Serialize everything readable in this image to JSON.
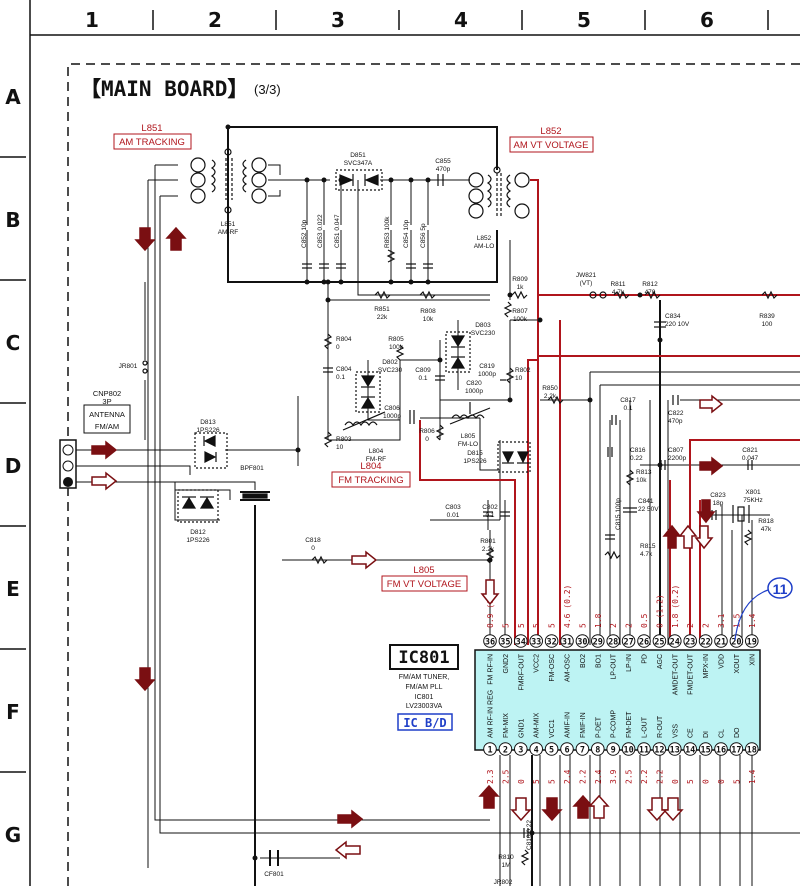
{
  "grid": {
    "columns": [
      "1",
      "2",
      "3",
      "4",
      "5",
      "6"
    ],
    "rows": [
      "A",
      "B",
      "C",
      "D",
      "E",
      "F",
      "G"
    ]
  },
  "board": {
    "title": "【MAIN BOARD】",
    "subtitle": "(3/3)"
  },
  "tags": {
    "l851": {
      "ref": "L851",
      "label": "AM TRACKING"
    },
    "l852": {
      "ref": "L852",
      "label": "AM VT VOLTAGE"
    },
    "l804": {
      "ref": "L804",
      "label": "FM TRACKING"
    },
    "l805": {
      "ref": "L805",
      "label": "FM VT VOLTAGE"
    }
  },
  "antenna": {
    "ref": "CNP802",
    "pins": "3P",
    "label1": "ANTENNA",
    "label2": "FM/AM"
  },
  "ic": {
    "ref": "IC801",
    "line1": "FM/AM TUNER,",
    "line2": "FM/AM PLL",
    "line3": "IC801",
    "line4": "LV23003VA",
    "badge": "IC B/D",
    "top_pins": [
      {
        "n": "36",
        "name": "FM RF-IN",
        "v": "0.9 (0)"
      },
      {
        "n": "35",
        "name": "GND2",
        "v": "5"
      },
      {
        "n": "34",
        "name": "FMRF-OUT",
        "v": "5"
      },
      {
        "n": "33",
        "name": "VCC2",
        "v": "5"
      },
      {
        "n": "32",
        "name": "FM-OSC",
        "v": "5"
      },
      {
        "n": "31",
        "name": "AM-OSC",
        "v": "4.6 (0.2)"
      },
      {
        "n": "30",
        "name": "BO2",
        "v": "5"
      },
      {
        "n": "29",
        "name": "BO1",
        "v": "1.8"
      },
      {
        "n": "28",
        "name": "LP-OUT",
        "v": "2"
      },
      {
        "n": "27",
        "name": "LP-IN",
        "v": "2"
      },
      {
        "n": "26",
        "name": "PD",
        "v": "0.5"
      },
      {
        "n": "25",
        "name": "AGC",
        "v": "0 (1.2)"
      },
      {
        "n": "24",
        "name": "AMDET-OUT",
        "v": "1.8 (0.2)"
      },
      {
        "n": "23",
        "name": "FMDET-OUT",
        "v": "2"
      },
      {
        "n": "22",
        "name": "MPX-IN",
        "v": "2"
      },
      {
        "n": "21",
        "name": "VDD",
        "v": "3.1"
      },
      {
        "n": "20",
        "name": "XOUT",
        "v": "1.5"
      },
      {
        "n": "19",
        "name": "XIN",
        "v": "1.4"
      }
    ],
    "bottom_pins": [
      {
        "n": "1",
        "name": "AM RF-IN REG",
        "v": "2.3"
      },
      {
        "n": "2",
        "name": "FM-MIX",
        "v": "2.5"
      },
      {
        "n": "3",
        "name": "GND1",
        "v": "0"
      },
      {
        "n": "4",
        "name": "AM-MIX",
        "v": "5"
      },
      {
        "n": "5",
        "name": "VCC1",
        "v": "5"
      },
      {
        "n": "6",
        "name": "AMIF-IN",
        "v": "2.4"
      },
      {
        "n": "7",
        "name": "FMIF-IN",
        "v": "2.2"
      },
      {
        "n": "8",
        "name": "P-DET",
        "v": "2.4"
      },
      {
        "n": "9",
        "name": "P-COMP",
        "v": "3.9"
      },
      {
        "n": "10",
        "name": "FM-DET",
        "v": "2.5"
      },
      {
        "n": "11",
        "name": "L-OUT",
        "v": "2.2"
      },
      {
        "n": "12",
        "name": "R-OUT",
        "v": "2.2"
      },
      {
        "n": "13",
        "name": "VSS",
        "v": "0"
      },
      {
        "n": "14",
        "name": "CE",
        "v": "5"
      },
      {
        "n": "15",
        "name": "DI",
        "v": "0"
      },
      {
        "n": "16",
        "name": "CL",
        "v": "0"
      },
      {
        "n": "17",
        "name": "DO",
        "v": "5"
      },
      {
        "n": "18",
        "name": "",
        "v": "1.4"
      }
    ]
  },
  "callout": "11",
  "components": [
    {
      "id": "d851",
      "ref": "D851",
      "val": "SVC347A"
    },
    {
      "id": "c855",
      "ref": "C855",
      "val": "470p"
    },
    {
      "id": "l851c",
      "ref": "L851",
      "val": "AM-RF"
    },
    {
      "id": "l852c",
      "ref": "L852",
      "val": "AM-LO"
    },
    {
      "id": "c852",
      "ref": "C852",
      "val": "10p"
    },
    {
      "id": "c853",
      "ref": "C853",
      "val": "0.022"
    },
    {
      "id": "c851",
      "ref": "C851",
      "val": "0.047"
    },
    {
      "id": "r853",
      "ref": "R853",
      "val": "100k"
    },
    {
      "id": "c854",
      "ref": "C854",
      "val": "10p"
    },
    {
      "id": "c856",
      "ref": "C856",
      "val": "5p"
    },
    {
      "id": "r809",
      "ref": "R809",
      "val": "1k"
    },
    {
      "id": "jw821",
      "ref": "JW821",
      "val": "(VT)"
    },
    {
      "id": "r811",
      "ref": "R811",
      "val": "4.7k"
    },
    {
      "id": "r812",
      "ref": "R812",
      "val": "470"
    },
    {
      "id": "r807",
      "ref": "R807",
      "val": "100k"
    },
    {
      "id": "r839",
      "ref": "R839",
      "val": "100"
    },
    {
      "id": "c834",
      "ref": "C834",
      "val": "220 10V"
    },
    {
      "id": "r851",
      "ref": "R851",
      "val": "22k"
    },
    {
      "id": "r808",
      "ref": "R808",
      "val": "10k"
    },
    {
      "id": "d803",
      "ref": "D803",
      "val": "SVC230"
    },
    {
      "id": "r804",
      "ref": "R804",
      "val": "0"
    },
    {
      "id": "r805",
      "ref": "R805",
      "val": "100k"
    },
    {
      "id": "d802",
      "ref": "D802",
      "val": "SVC230"
    },
    {
      "id": "c809",
      "ref": "C809",
      "val": "0.1"
    },
    {
      "id": "c819",
      "ref": "C819",
      "val": "1000p"
    },
    {
      "id": "r802",
      "ref": "R802",
      "val": "10"
    },
    {
      "id": "c820",
      "ref": "C820",
      "val": "1000p"
    },
    {
      "id": "r850",
      "ref": "R850",
      "val": "2.2k"
    },
    {
      "id": "c804",
      "ref": "C804",
      "val": "0.1"
    },
    {
      "id": "jr801",
      "ref": "JR801",
      "val": ""
    },
    {
      "id": "c806",
      "ref": "C806",
      "val": "1000p"
    },
    {
      "id": "c817",
      "ref": "C817",
      "val": "0.1"
    },
    {
      "id": "c822",
      "ref": "C822",
      "val": "470p"
    },
    {
      "id": "d813",
      "ref": "D813",
      "val": "1PS226"
    },
    {
      "id": "r806",
      "ref": "R806",
      "val": "0"
    },
    {
      "id": "l805c",
      "ref": "L805",
      "val": "FM-LO"
    },
    {
      "id": "r803",
      "ref": "R803",
      "val": "10"
    },
    {
      "id": "l804c",
      "ref": "L804",
      "val": "FM-RF"
    },
    {
      "id": "c816",
      "ref": "C816",
      "val": "0.22"
    },
    {
      "id": "c807",
      "ref": "C807",
      "val": "2200p"
    },
    {
      "id": "c821",
      "ref": "C821",
      "val": "0.047"
    },
    {
      "id": "d815",
      "ref": "D815",
      "val": "1PS226"
    },
    {
      "id": "bpf801",
      "ref": "BPF801",
      "val": ""
    },
    {
      "id": "r813",
      "ref": "R813",
      "val": "10k"
    },
    {
      "id": "c823",
      "ref": "C823",
      "val": "18p"
    },
    {
      "id": "x801",
      "ref": "X801",
      "val": "75KHz"
    },
    {
      "id": "c841",
      "ref": "C841",
      "val": "22 50V"
    },
    {
      "id": "r818",
      "ref": "R818",
      "val": "47k"
    },
    {
      "id": "c803",
      "ref": "C803",
      "val": "0.01"
    },
    {
      "id": "c802",
      "ref": "C802",
      "val": "0.1"
    },
    {
      "id": "d812",
      "ref": "D812",
      "val": "1PS226"
    },
    {
      "id": "c818",
      "ref": "C818",
      "val": "0"
    },
    {
      "id": "r801",
      "ref": "R801",
      "val": "2.2k"
    },
    {
      "id": "c815",
      "ref": "C815",
      "val": "100p"
    },
    {
      "id": "r815",
      "ref": "R815",
      "val": "4.7k"
    },
    {
      "id": "r810",
      "ref": "R810",
      "val": "1M"
    },
    {
      "id": "c810",
      "ref": "C810",
      "val": "0.22"
    },
    {
      "id": "cf801",
      "ref": "CF801",
      "val": ""
    },
    {
      "id": "jr802",
      "ref": "JR802",
      "val": ""
    }
  ],
  "colors": {
    "red": "#b0151c",
    "dark_red": "#7a0f12",
    "ic_fill": "#bdf3f3",
    "badge_blue": "#1f3fc8",
    "callout_blue": "#1f3fc8"
  }
}
